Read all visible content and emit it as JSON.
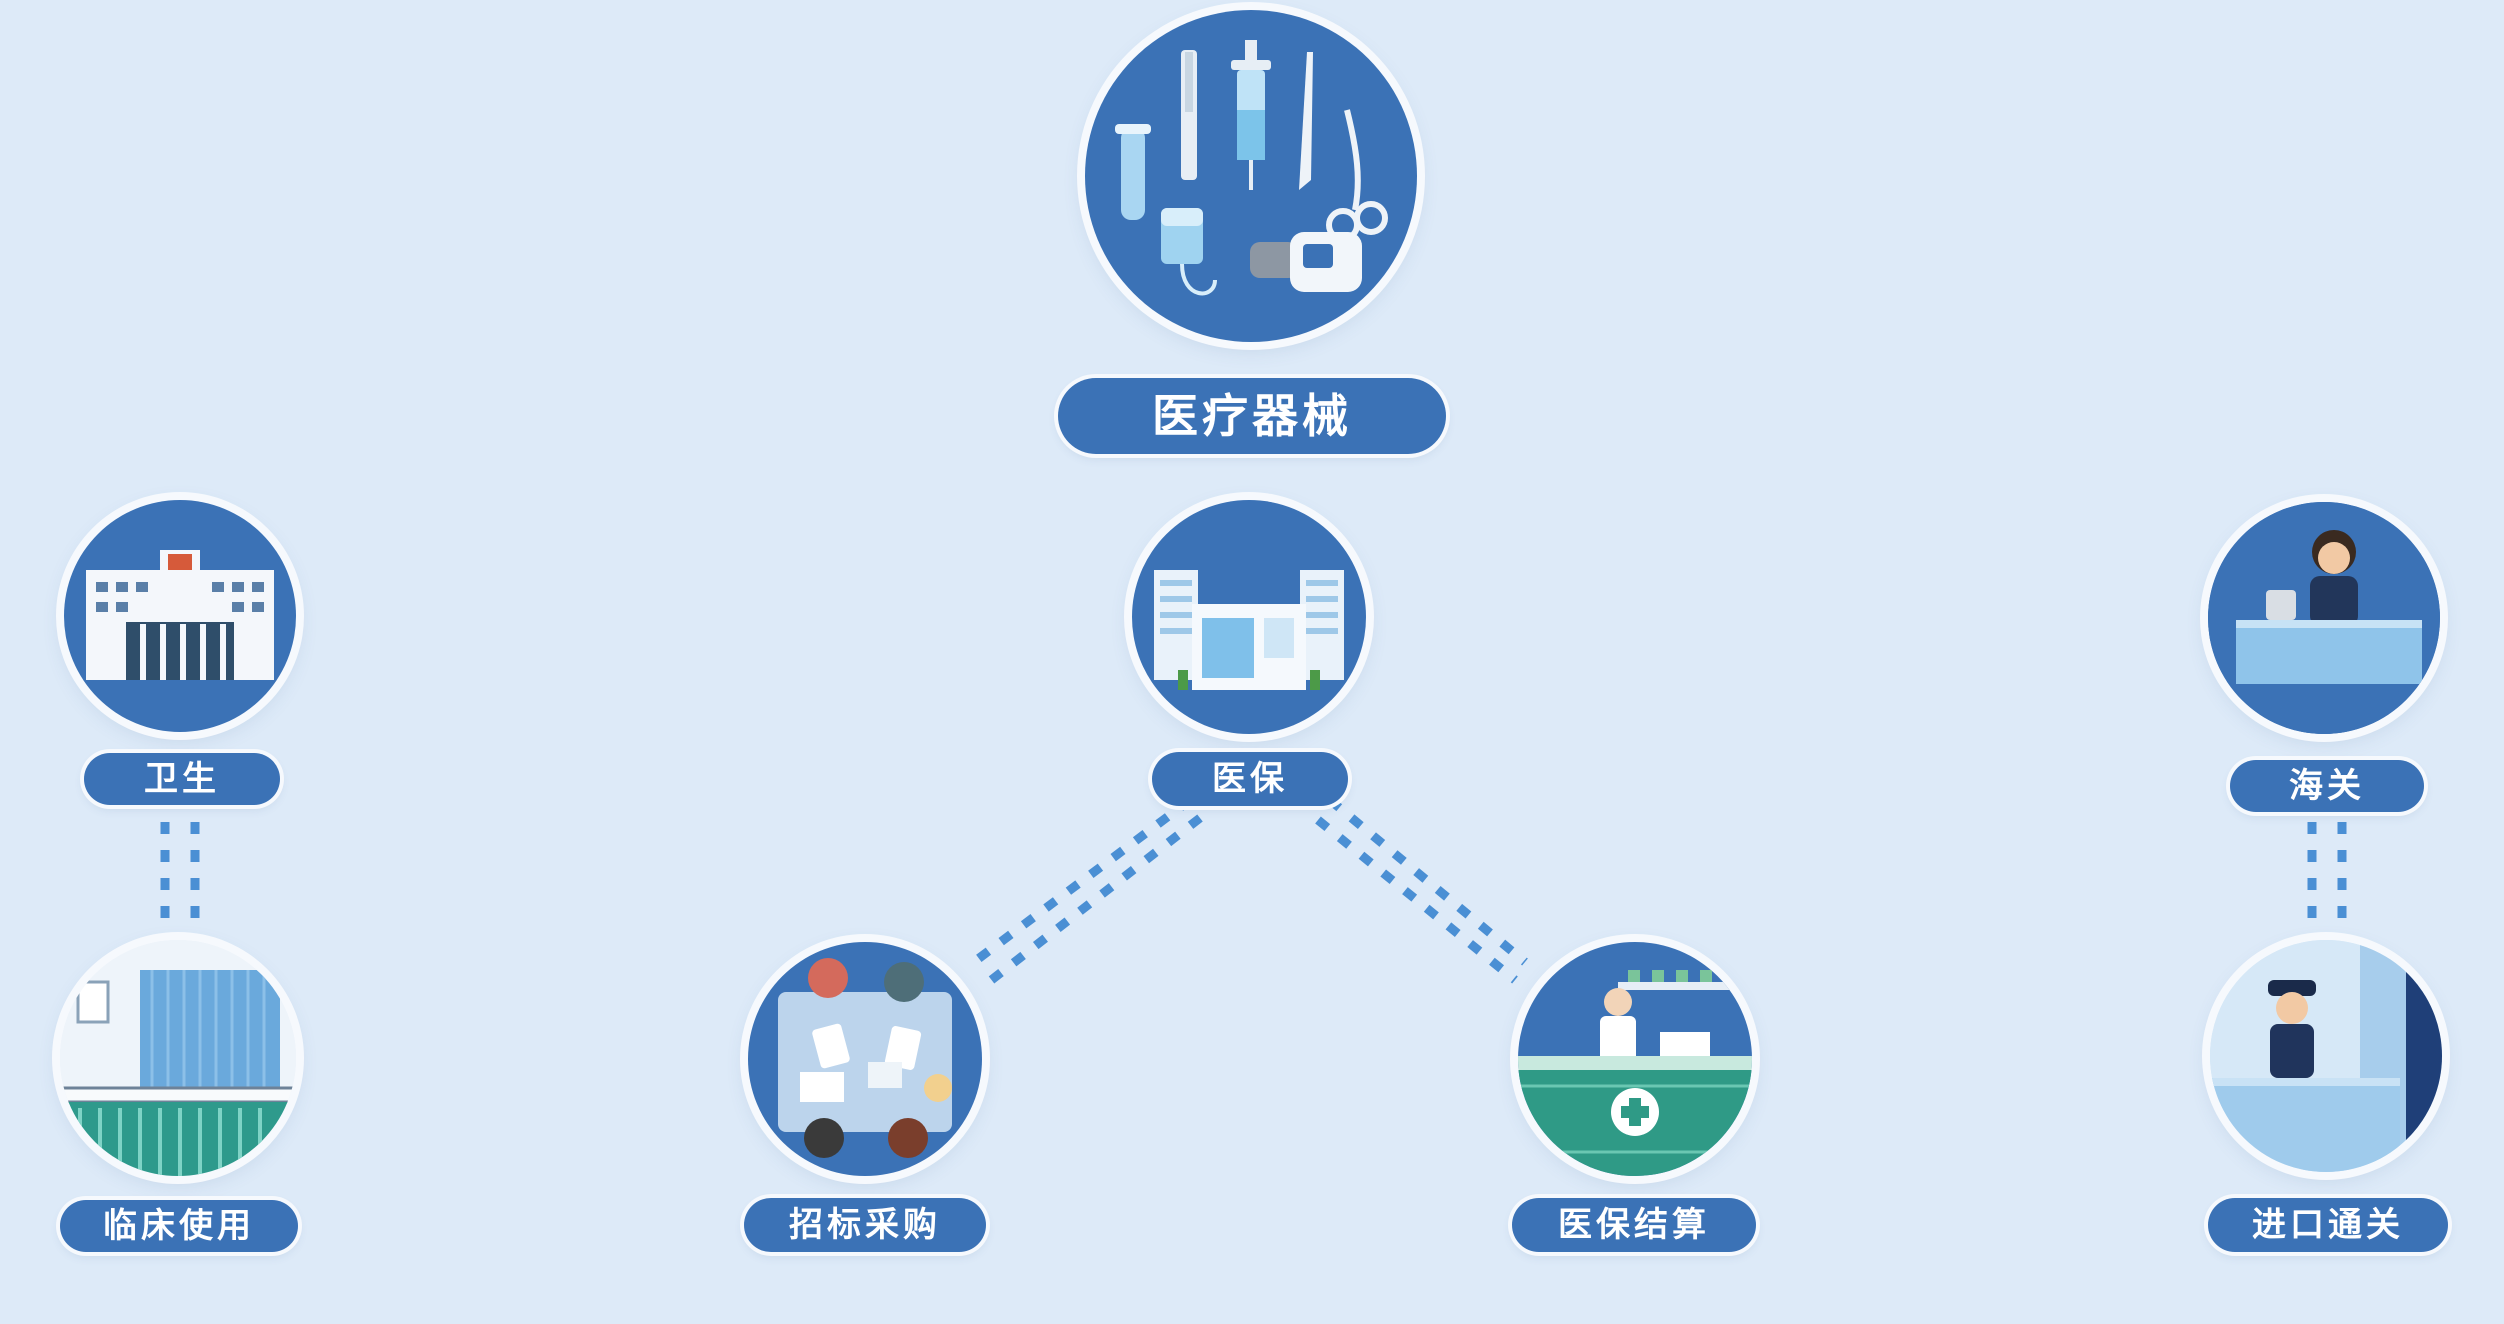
{
  "top": {
    "label": "医疗器械",
    "icon": "medical-instruments-icon"
  },
  "left": {
    "upper": {
      "label": "卫生",
      "icon": "hospital-building-icon"
    },
    "lower": {
      "label": "临床使用",
      "icon": "hospital-bed-icon"
    }
  },
  "center": {
    "upper": {
      "label": "医保",
      "icon": "medical-insurance-building-icon"
    },
    "lower_left": {
      "label": "招标采购",
      "icon": "bidding-meeting-icon"
    },
    "lower_right": {
      "label": "医保结算",
      "icon": "pharmacy-counter-icon"
    }
  },
  "right": {
    "upper": {
      "label": "海关",
      "icon": "customs-officer-icon"
    },
    "lower": {
      "label": "进口通关",
      "icon": "customs-checkpoint-icon"
    }
  },
  "colors": {
    "primary": "#3b72b6",
    "background": "#ddeaf8",
    "link": "#4a8fd4"
  }
}
